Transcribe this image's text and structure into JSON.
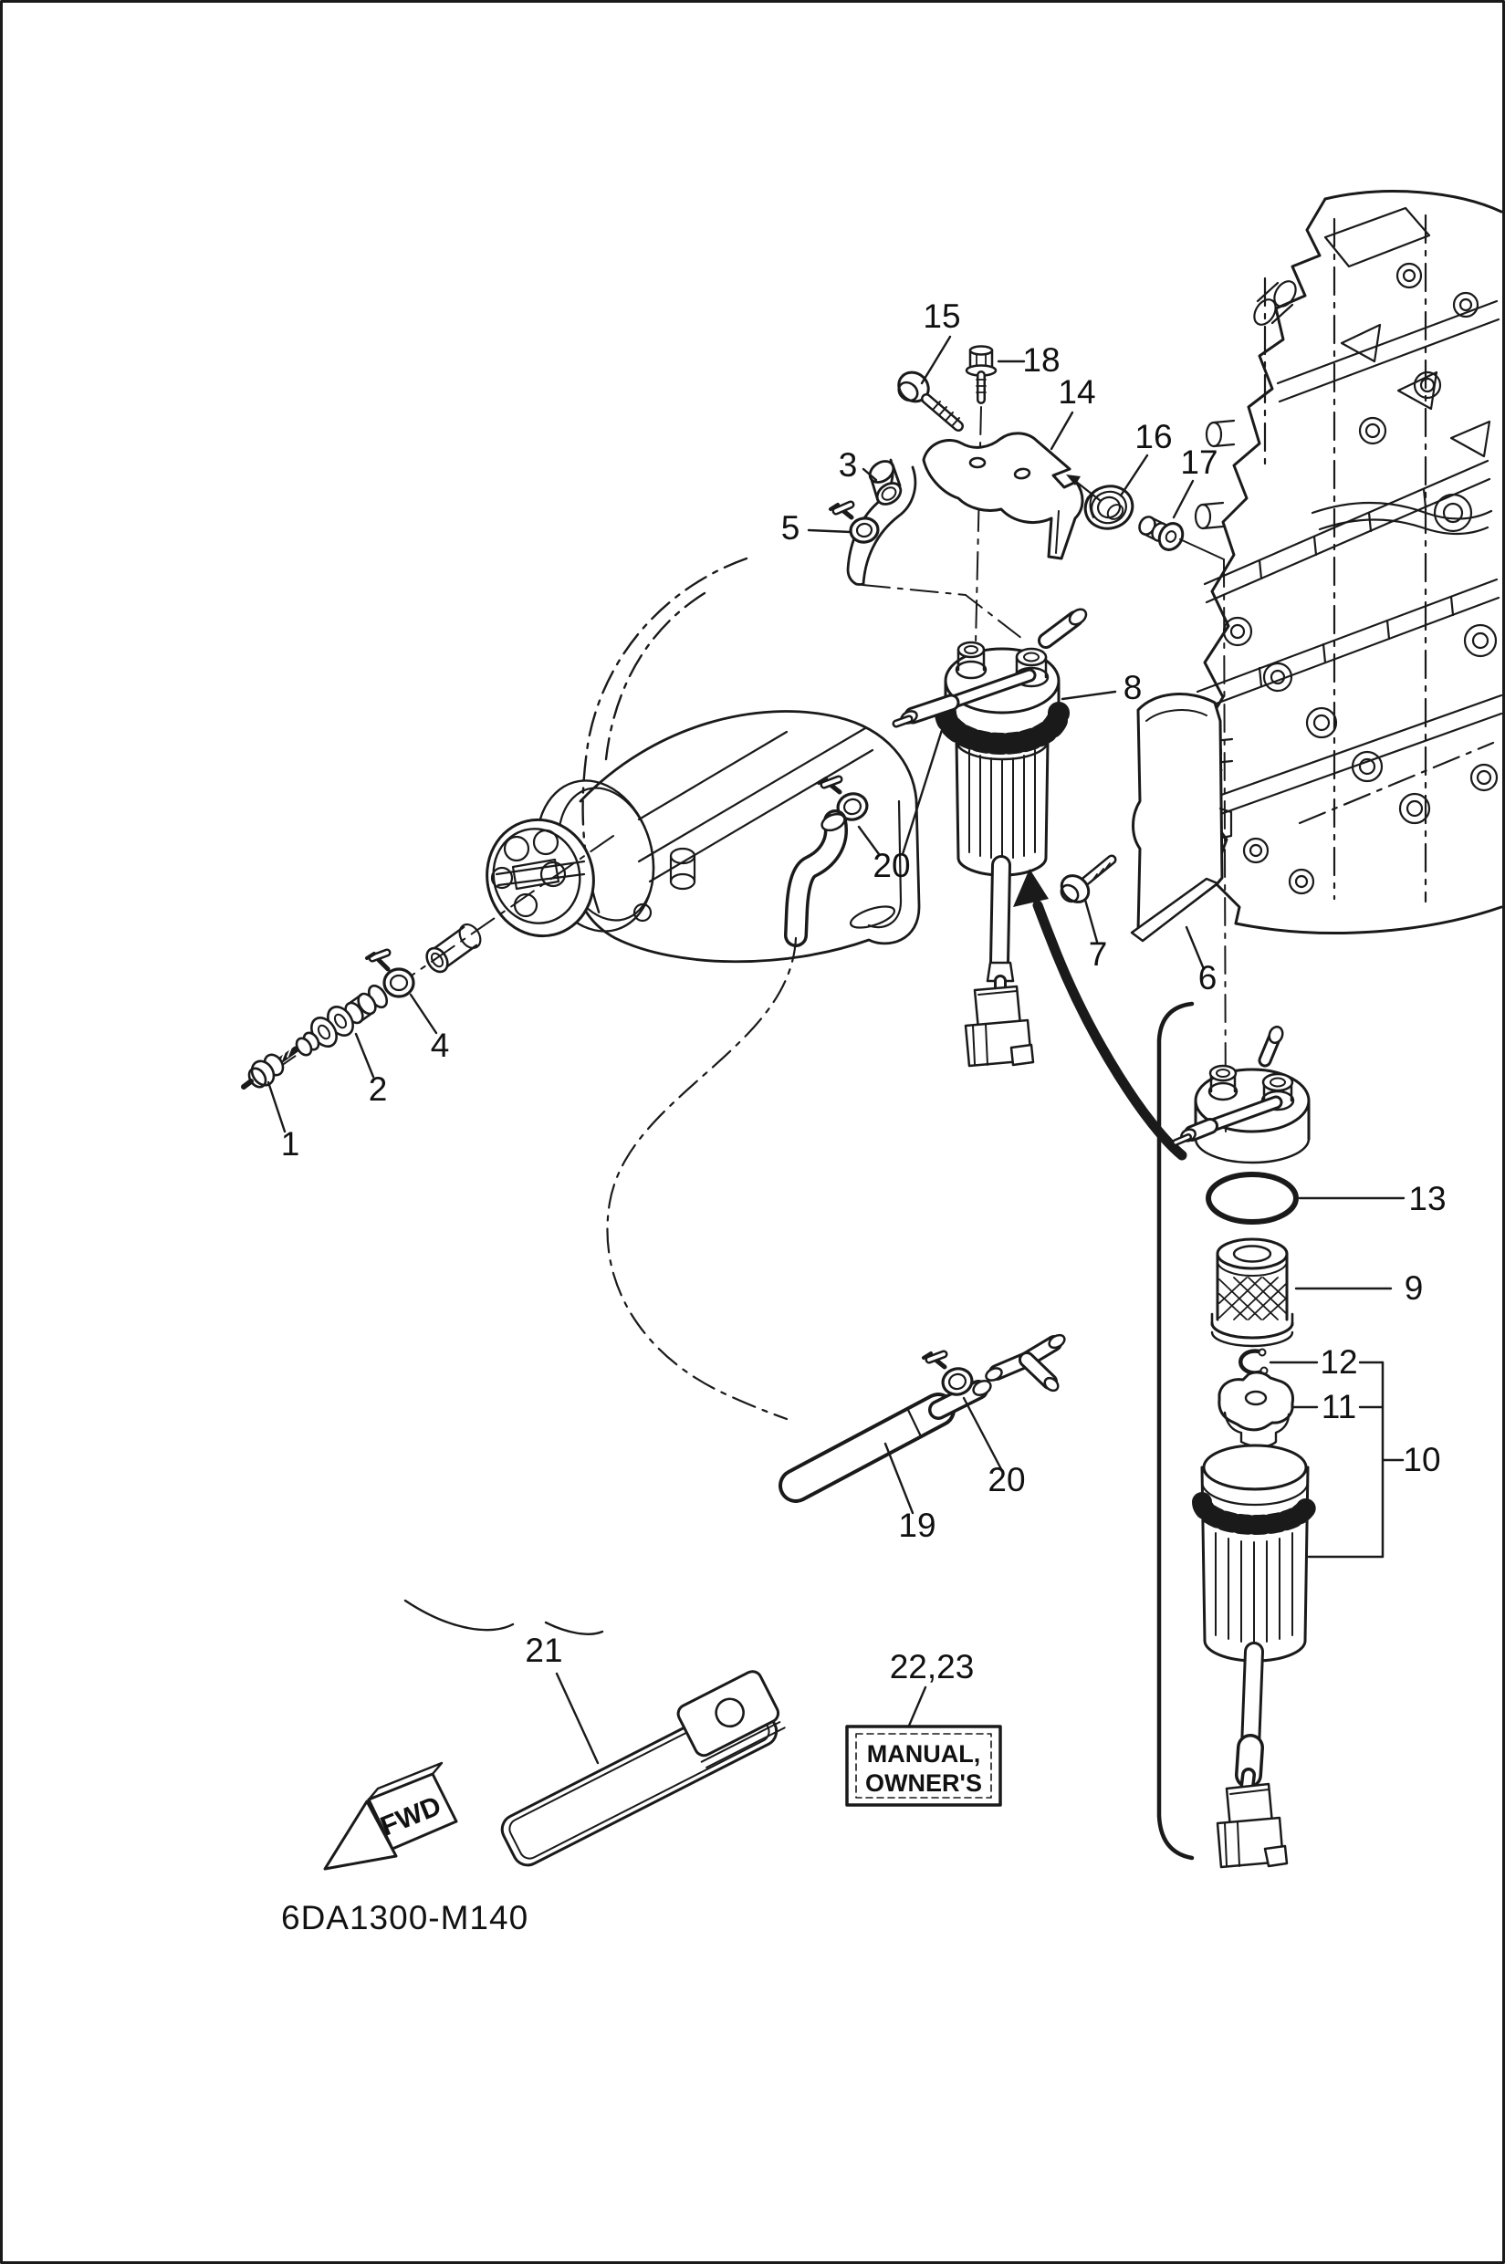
{
  "diagram": {
    "drawing_code": "6DA1300-M140",
    "orientation_label": "FWD",
    "owners_manual_box": {
      "line1": "MANUAL,",
      "line2": "OWNER'S"
    },
    "callouts": {
      "c1": "1",
      "c2": "2",
      "c3": "3",
      "c4": "4",
      "c5": "5",
      "c6": "6",
      "c7": "7",
      "c8": "8",
      "c9": "9",
      "c10": "10",
      "c11": "11",
      "c12": "12",
      "c13": "13",
      "c14": "14",
      "c15": "15",
      "c16": "16",
      "c17": "17",
      "c18": "18",
      "c19": "19",
      "c20_filter": "20",
      "c20_hose": "20",
      "c21": "21",
      "c22_23": "22,23"
    }
  }
}
